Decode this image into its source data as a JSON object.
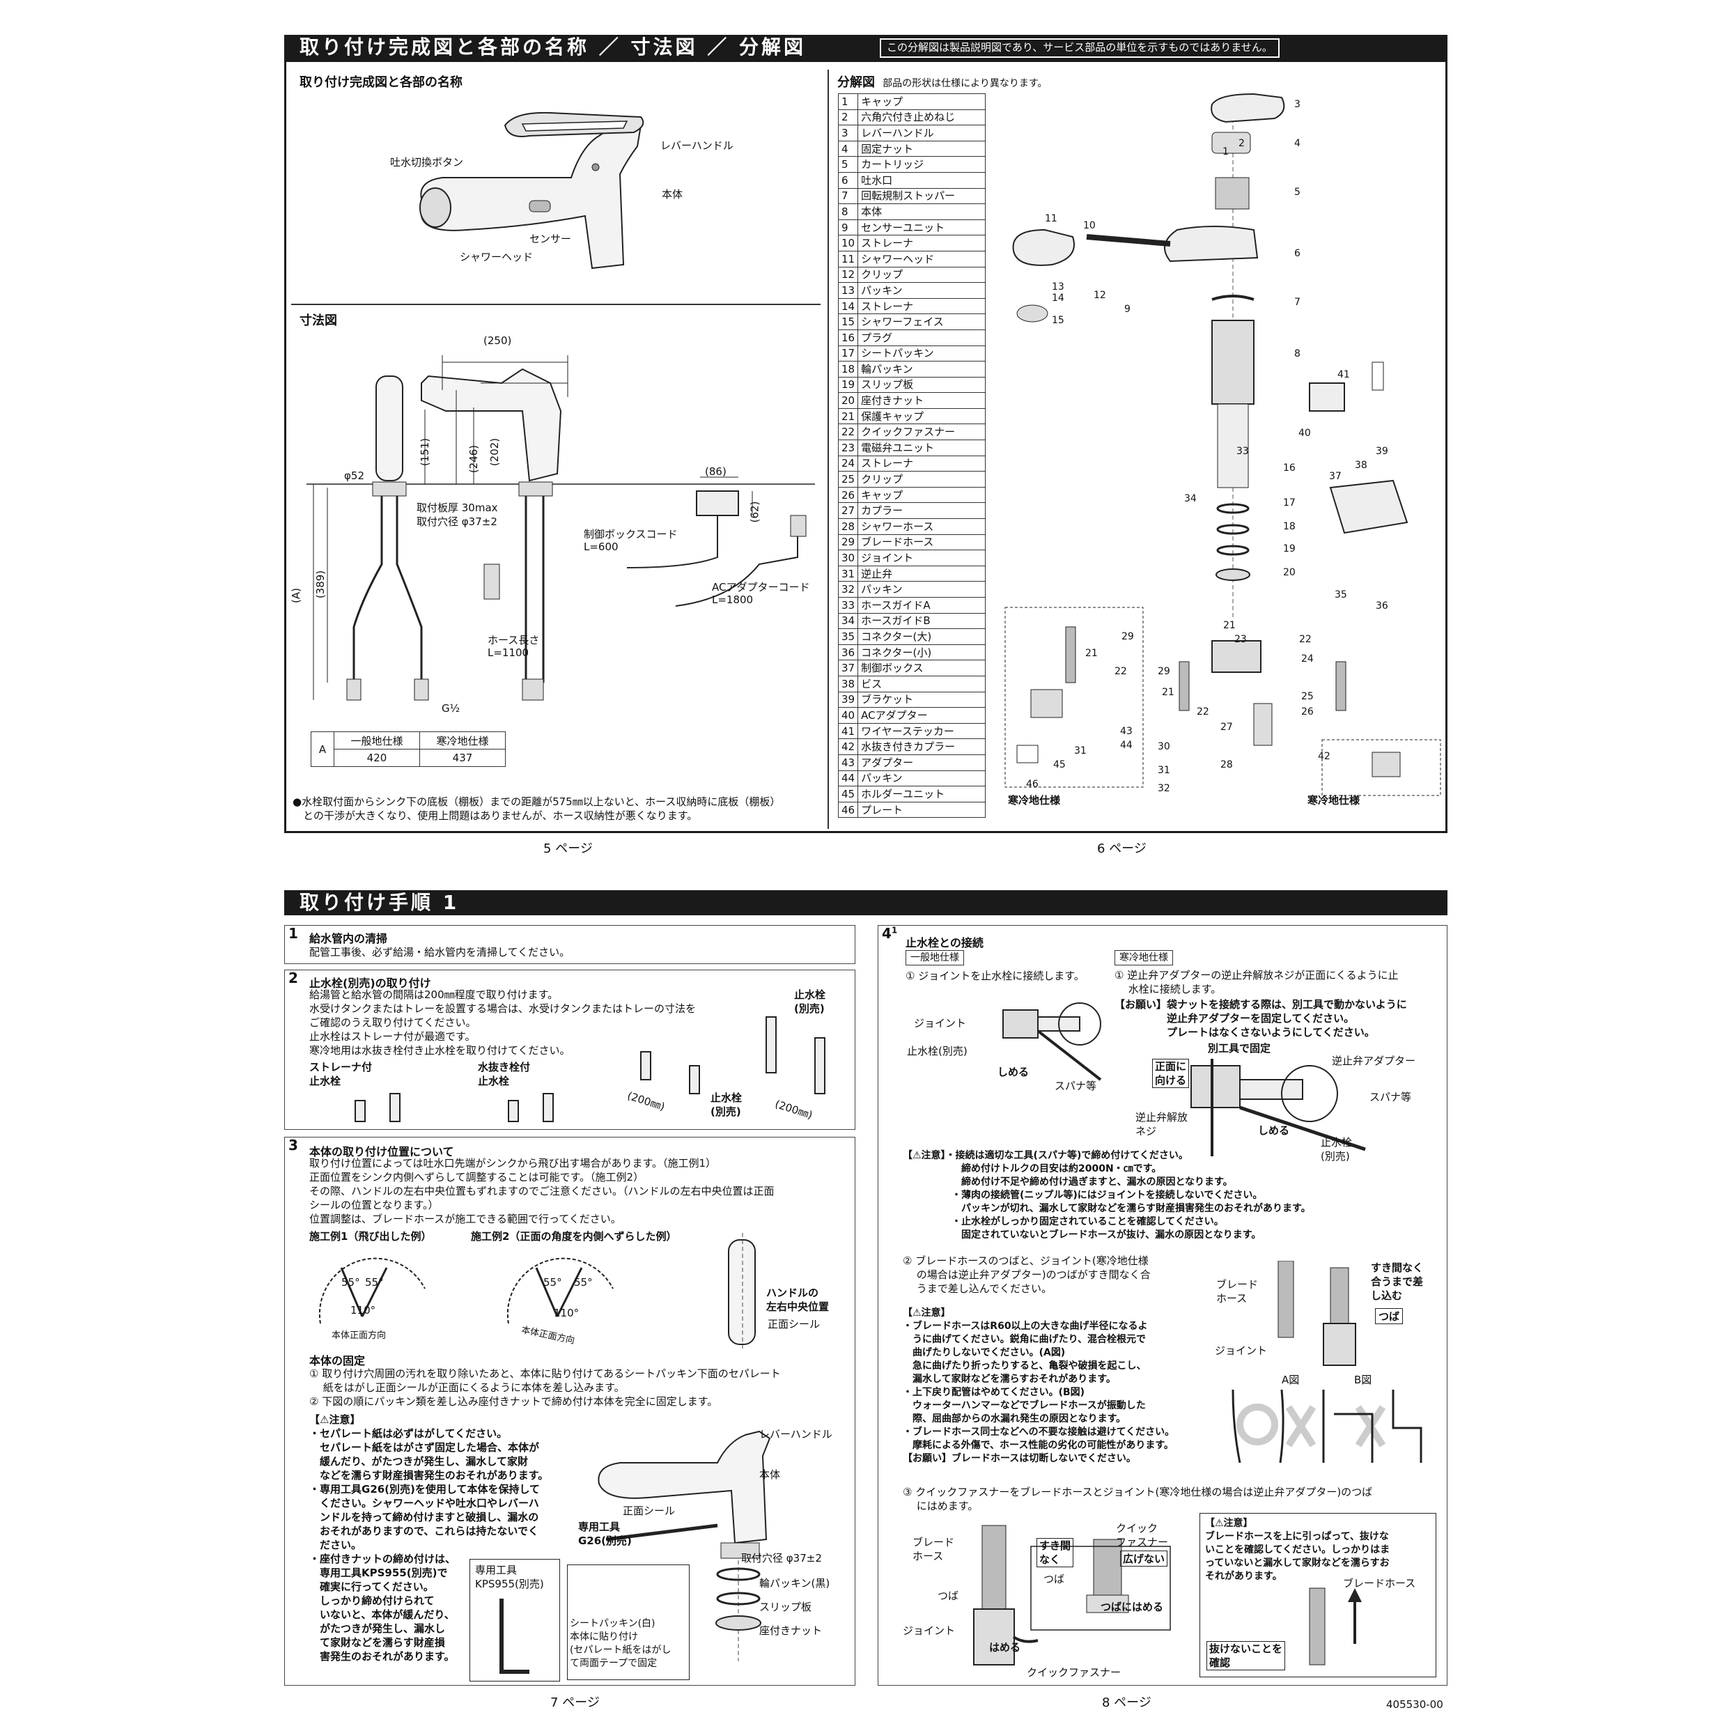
{
  "top_header": {
    "title": "取り付け完成図と各部の名称 ／ 寸法図 ／ 分解図",
    "note": "この分解図は製品説明図であり、サービス部品の単位を示すものではありません。"
  },
  "assembly": {
    "title": "取り付け完成図と各部の名称",
    "labels": {
      "lever": "レバーハンドル",
      "switch": "吐水切換ボタン",
      "body": "本体",
      "sensor": "センサー",
      "head": "シャワーヘッド"
    }
  },
  "dimensions": {
    "title": "寸法図",
    "d250": "(250)",
    "d151": "(151)",
    "d246": "(246)",
    "d202": "(202)",
    "d86": "(86)",
    "d62": "(62)",
    "phi52": "φ52",
    "mount1": "取付板厚 30max",
    "mount2": "取付穴径 φ37±2",
    "ctrl_cord1": "制御ボックスコード",
    "ctrl_cord2": "L=600",
    "ac_cord1": "ACアダプターコード",
    "ac_cord2": "L=1800",
    "hose1": "ホース長さ",
    "hose2": "L=1100",
    "dA": "(A)",
    "d389": "(389)",
    "g": "G½",
    "table": {
      "head1": "一般地仕様",
      "head2": "寒冷地仕様",
      "row_label": "A",
      "v1": "420",
      "v2": "437"
    },
    "note1": "●水栓取付面からシンク下の底板（棚板）までの距離が575㎜以上ないと、ホース収納時に底板（棚板）",
    "note2": "　との干渉が大きくなり、使用上問題はありませんが、ホース収納性が悪くなります。"
  },
  "exploded": {
    "title": "分解図",
    "subtitle": "部品の形状は仕様により異なります。",
    "parts": [
      {
        "n": "1",
        "t": "キャップ"
      },
      {
        "n": "2",
        "t": "六角穴付き止めねじ"
      },
      {
        "n": "3",
        "t": "レバーハンドル"
      },
      {
        "n": "4",
        "t": "固定ナット"
      },
      {
        "n": "5",
        "t": "カートリッジ"
      },
      {
        "n": "6",
        "t": "吐水口"
      },
      {
        "n": "7",
        "t": "回転規制ストッパー"
      },
      {
        "n": "8",
        "t": "本体"
      },
      {
        "n": "9",
        "t": "センサーユニット"
      },
      {
        "n": "10",
        "t": "ストレーナ"
      },
      {
        "n": "11",
        "t": "シャワーヘッド"
      },
      {
        "n": "12",
        "t": "クリップ"
      },
      {
        "n": "13",
        "t": "パッキン"
      },
      {
        "n": "14",
        "t": "ストレーナ"
      },
      {
        "n": "15",
        "t": "シャワーフェイス"
      },
      {
        "n": "16",
        "t": "プラグ"
      },
      {
        "n": "17",
        "t": "シートパッキン"
      },
      {
        "n": "18",
        "t": "輪パッキン"
      },
      {
        "n": "19",
        "t": "スリップ板"
      },
      {
        "n": "20",
        "t": "座付きナット"
      },
      {
        "n": "21",
        "t": "保護キャップ"
      },
      {
        "n": "22",
        "t": "クイックファスナー"
      },
      {
        "n": "23",
        "t": "電磁弁ユニット"
      },
      {
        "n": "24",
        "t": "ストレーナ"
      },
      {
        "n": "25",
        "t": "クリップ"
      },
      {
        "n": "26",
        "t": "キャップ"
      },
      {
        "n": "27",
        "t": "カプラー"
      },
      {
        "n": "28",
        "t": "シャワーホース"
      },
      {
        "n": "29",
        "t": "ブレードホース"
      },
      {
        "n": "30",
        "t": "ジョイント"
      },
      {
        "n": "31",
        "t": "逆止弁"
      },
      {
        "n": "32",
        "t": "パッキン"
      },
      {
        "n": "33",
        "t": "ホースガイドA"
      },
      {
        "n": "34",
        "t": "ホースガイドB"
      },
      {
        "n": "35",
        "t": "コネクター(大)"
      },
      {
        "n": "36",
        "t": "コネクター(小)"
      },
      {
        "n": "37",
        "t": "制御ボックス"
      },
      {
        "n": "38",
        "t": "ビス"
      },
      {
        "n": "39",
        "t": "ブラケット"
      },
      {
        "n": "40",
        "t": "ACアダプター"
      },
      {
        "n": "41",
        "t": "ワイヤーステッカー"
      },
      {
        "n": "42",
        "t": "水抜き付きカプラー"
      },
      {
        "n": "43",
        "t": "アダプター"
      },
      {
        "n": "44",
        "t": "パッキン"
      },
      {
        "n": "45",
        "t": "ホルダーユニット"
      },
      {
        "n": "46",
        "t": "プレート"
      }
    ],
    "cold1": "寒冷地仕様",
    "cold2": "寒冷地仕様"
  },
  "pages": {
    "p5": "5 ページ",
    "p6": "6 ページ",
    "p7": "7 ページ",
    "p8": "8 ページ"
  },
  "install_header": {
    "title": "取り付け手順 1"
  },
  "step1": {
    "num": "1",
    "title": "給水管内の清掃",
    "body": "配管工事後、必ず給湯・給水管内を清掃してください。"
  },
  "step2": {
    "num": "2",
    "title": "止水栓(別売)の取り付け",
    "body": "給湯管と給水管の間隔は200㎜程度で取り付けます。\n水受けタンクまたはトレーを設置する場合は、水受けタンクまたはトレーの寸法を\nご確認のうえ取り付けてください。\n止水栓はストレーナ付が最適です。\n寒冷地用は水抜き栓付き止水栓を取り付けてください。",
    "strainer": "ストレーナ付\n止水栓",
    "drain": "水抜き栓付\n止水栓",
    "valve1": "止水栓\n(別売)",
    "valve2": "止水栓\n(別売)",
    "d200a": "(200㎜)",
    "d200b": "(200㎜)"
  },
  "step3": {
    "num": "3",
    "title": "本体の取り付け位置について",
    "body": "取り付け位置によっては吐水口先端がシンクから飛び出す場合があります。（施工例1）\n正面位置をシンク内側へずらして調整することは可能です。（施工例2）\nその際、ハンドルの左右中央位置もずれますのでご注意ください。（ハンドルの左右中央位置は正面\nシールの位置となります。）\n位置調整は、ブレードホースが施工できる範囲で行ってください。",
    "ex1": "施工例1（飛び出した例）",
    "ex2": "施工例2（正面の角度を内側へずらした例）",
    "a55a": "55°",
    "a55b": "55°",
    "a110a": "110°",
    "a55c": "55°",
    "a55d": "55°",
    "a110b": "110°",
    "front1": "本体正面方向",
    "front2": "本体正面方向",
    "center": "ハンドルの\n左右中央位置",
    "front_seal": "正面シール",
    "fix_title": "本体の固定",
    "fix_body": "① 取り付け穴周囲の汚れを取り除いたあと、本体に貼り付けてあるシートパッキン下面のセパレート\n　 紙をはがし正面シールが正面にくるように本体を差し込みます。\n② 下図の順にパッキン類を差し込み座付きナットで締め付け本体を完全に固定します。",
    "caution_title": "【⚠注意】",
    "caution_body": "・セパレート紙は必ずはがしてください。\n　セパレート紙をはがさず固定した場合、本体が\n　緩んだり、がたつきが発生し、漏水して家財\n　などを濡らす財産損害発生のおそれがあります。\n・専用工具G26(別売)を使用して本体を保持して\n　ください。シャワーヘッドや吐水口やレバーハ\n　ンドルを持って締め付けますと破損し、漏水の\n　おそれがありますので、これらは持たないでく\n　ださい。\n・座付きナットの締め付けは、\n　専用工具KPS955(別売)で\n　確実に行ってください。\n　しっかり締め付けられて\n　いないと、本体が緩んだり、\n　がたつきが発生し、漏水し\n　て家財などを濡らす財産損\n　害発生のおそれがあります。",
    "kps": "専用工具\nKPS955(別売)",
    "lever": "レバーハンドル",
    "body_lbl": "本体",
    "seal": "正面シール",
    "g26": "専用工具\nG26(別売)",
    "hole": "取付穴径 φ37±2",
    "sheet": "シートパッキン(白)\n本体に貼り付け\n(セパレート紙をはがし\nて両面テープで固定",
    "ring": "輪パッキン(黒)",
    "slip": "スリップ板",
    "nut": "座付きナット"
  },
  "step4": {
    "num": "4",
    "sub": "1",
    "title": "止水栓との接続",
    "general": "一般地仕様",
    "cold": "寒冷地仕様",
    "g1": "① ジョイントを止水栓に接続します。",
    "c1": "① 逆止弁アダプターの逆止弁解放ネジが正面にくるように止\n　 水栓に接続します。",
    "req1": "【お願い】袋ナットを接続する際は、別工具で動かないように\n　　　　　逆止弁アダプターを固定してください。\n　　　　　プレートはなくさないようにしてください。",
    "sep_tool": "別工具で固定",
    "joint": "ジョイント",
    "valve": "止水栓(別売)",
    "tighten": "しめる",
    "spanner": "スパナ等",
    "front": "正面に\n向ける",
    "check_adapter": "逆止弁アダプター",
    "spanner2": "スパナ等",
    "release": "逆止弁解放\nネジ",
    "tighten2": "しめる",
    "valve2": "止水栓\n(別売)",
    "caution": "【⚠注意】・接続は適切な工具(スパナ等)で締め付けてください。\n　　　　　　締め付けトルクの目安は約2000N・㎝です。\n　　　　　　締め付け不足や締め付け過ぎますと、漏水の原因となります。\n　　　　　・薄肉の接続管(ニップル等)にはジョイントを接続しないでください。\n　　　　　　パッキンが切れ、漏水して家財などを濡らす財産損害発生のおそれがあります。\n　　　　　・止水栓がしっかり固定されていることを確認してください。\n　　　　　　固定されていないとブレードホースが抜け、漏水の原因となります。",
    "s2": "② ブレードホースのつばと、ジョイント(寒冷地仕様\n　 の場合は逆止弁アダプター)のつばがすき間なく合\n　 うまで差し込んでください。",
    "braid": "ブレード\nホース",
    "joint2": "ジョイント",
    "gap": "すき間なく\n合うまで差\nし込む",
    "tsuba": "つば",
    "caution2": "【⚠注意】\n・ブレードホースはR60以上の大きな曲げ半径になるよ\n　うに曲げてください。鋭角に曲げたり、混合栓根元で\n　曲げたりしないでください。(A図)\n　急に曲げたり折ったりすると、亀裂や破損を起こし、\n　漏水して家財などを濡らすおそれがあります。\n・上下戻り配管はやめてください。(B図)\n　ウォーターハンマーなどでブレードホースが振動した\n　際、屈曲部からの水漏れ発生の原因となります。\n・ブレードホース同士などへの不要な接触は避けてください。\n　摩耗による外傷で、ホース性能の劣化の可能性があります。\n【お願い】ブレードホースは切断しないでください。",
    "figA": "A図",
    "figB": "B図",
    "s3": "③ クイックファスナーをブレードホースとジョイント(寒冷地仕様の場合は逆止弁アダプター)のつば\n　 にはめます。",
    "braid2": "ブレード\nホース",
    "tsuba2": "つば",
    "joint3": "ジョイント",
    "fit": "はめる",
    "gap2": "すき間\nなく",
    "qf": "クイック\nファスナー",
    "widen": "広げない",
    "tsuba3": "つば",
    "fit2": "つばにはめる",
    "qf2": "クイックファスナー",
    "caution3": "【⚠注意】\nブレードホースを上に引っぱって、抜けな\nいことを確認してください。しっかりはま\nっていないと漏水して家財などを濡らすお\nそれがあります。",
    "braid3": "ブレードホース",
    "check": "抜けないことを\n確認"
  },
  "doc_code": "405530-00"
}
